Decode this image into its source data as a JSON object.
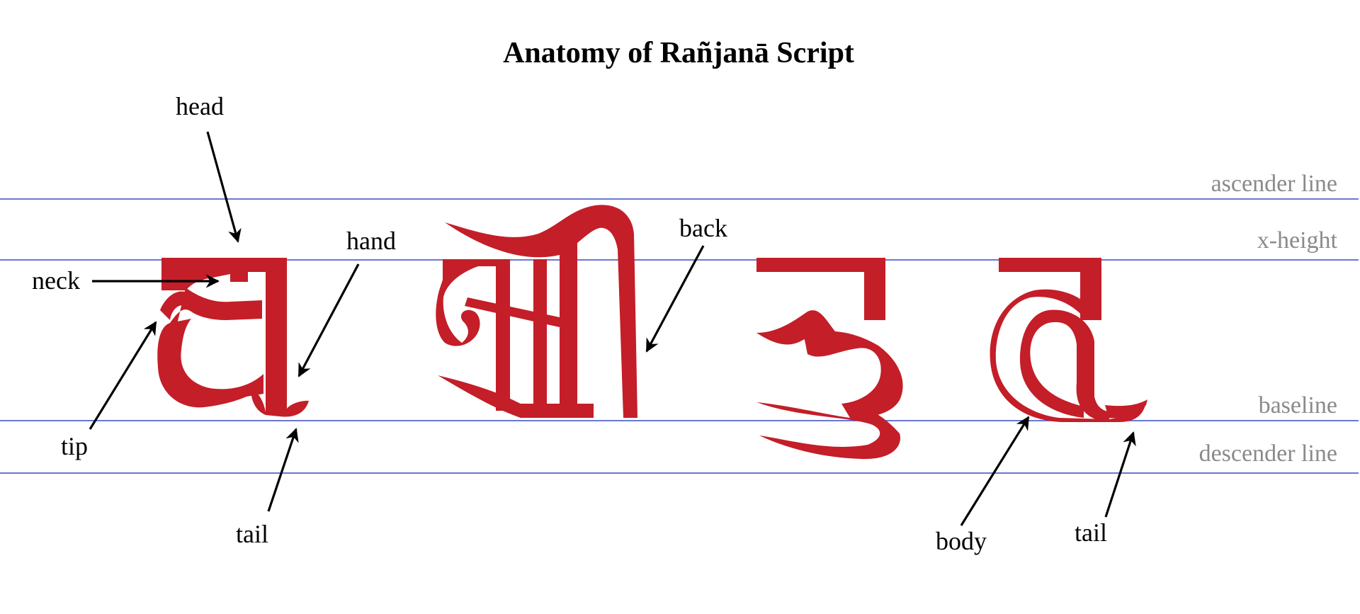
{
  "title": "Anatomy of  Rañjanā Script",
  "guide_lines": {
    "ascender": "ascender line",
    "xheight": "x-height",
    "baseline": "baseline",
    "descender": "descender line"
  },
  "labels": {
    "head": "head",
    "hand": "hand",
    "back": "back",
    "neck": "neck",
    "tip": "tip",
    "tail_left": "tail",
    "body": "body",
    "tail_right": "tail"
  },
  "colors": {
    "glyph": "#c41e28",
    "guide_line": "#3a4ac0",
    "guide_label": "#8a8a8a",
    "text": "#000000"
  }
}
